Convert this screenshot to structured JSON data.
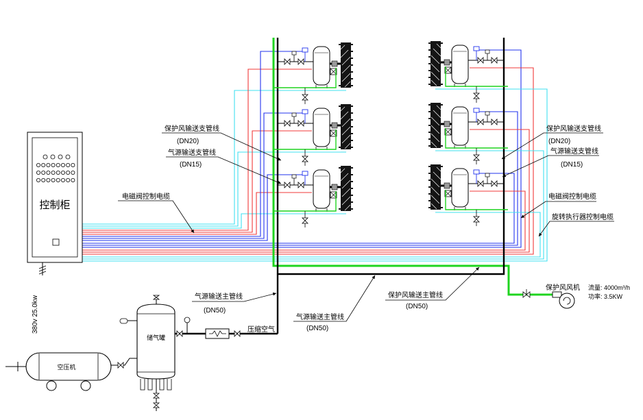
{
  "cabinet": {
    "title": "控制柜",
    "rating": "380v  25.0kw"
  },
  "left_labels": {
    "protect_branch": "保护风输送支管线",
    "protect_branch_dn": "(DN20)",
    "air_branch": "气源输送支管线",
    "air_branch_dn": "(DN15)",
    "solenoid_cable": "电磁阀控制电缆"
  },
  "right_labels": {
    "protect_branch": "保护风输送支管线",
    "protect_branch_dn": "(DN20)",
    "air_branch": "气源输送支管线",
    "air_branch_dn": "(DN15)",
    "solenoid_cable": "电磁阀控制电缆",
    "actuator_cable": "旋转执行器控制电缆"
  },
  "main_lines": {
    "air_main_a": "气源输送主管线",
    "air_main_a_dn": "(DN50)",
    "protect_main": "保护风输送主管线",
    "protect_main_dn": "(DN50)",
    "air_main_b": "气源输送主管线",
    "air_main_b_dn": "(DN50)",
    "compressed_air": "压缩空气"
  },
  "fan": {
    "name": "保护风风机",
    "flow": "流量: 4000m³/h",
    "power": "功率: 3.5KW"
  },
  "tank": {
    "name": "储气罐"
  },
  "compressor": {
    "name": "空压机"
  },
  "colors": {
    "protect_air_pipe": "#1fd41f",
    "air_source_pipe": "#000000",
    "cable_cyan": "#3fe0f0",
    "cable_red": "#f03a3a",
    "cable_blue": "#2233ee"
  }
}
